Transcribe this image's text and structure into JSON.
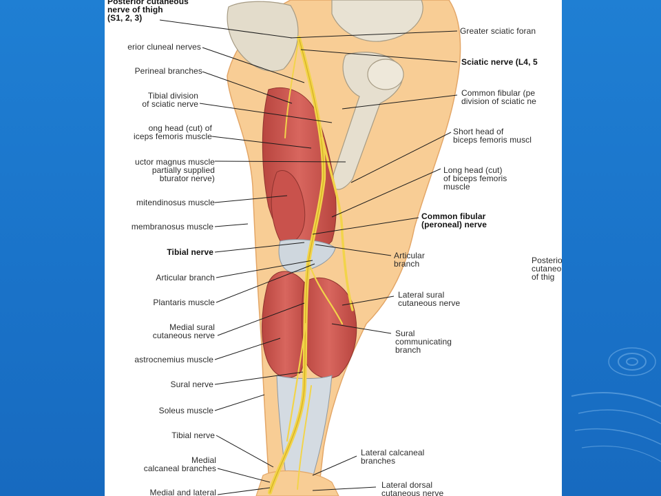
{
  "colors": {
    "slide_background": "#1f7fd3",
    "plate_background": "#ffffff",
    "skin": "#f8cd95",
    "muscle": "#c9524c",
    "bone": "#e3dccb",
    "tendon": "#cfd7de",
    "nerve": "#f2d44a",
    "leader_line": "#1a1a1a",
    "ripple": "#8fc4f2"
  },
  "left_labels": [
    {
      "id": "posterior-cutaneous-nerve-of-thigh",
      "text": "Posterior cutaneous\nnerve of thigh\n(S1, 2, 3)",
      "bold": true
    },
    {
      "id": "inferior-cluneal-nerves",
      "text": "erior cluneal nerves"
    },
    {
      "id": "perineal-branches",
      "text": "Perineal branches"
    },
    {
      "id": "tibial-division",
      "text": "Tibial division\nof sciatic nerve"
    },
    {
      "id": "long-head-biceps-left",
      "text": "ong head (cut) of\niceps femoris muscle"
    },
    {
      "id": "adductor-magnus",
      "text": "uctor magnus muscle\npartially supplied\nbturator nerve)"
    },
    {
      "id": "semitendinosus",
      "text": "mitendinosus muscle"
    },
    {
      "id": "semimembranosus",
      "text": "membranosus muscle"
    },
    {
      "id": "tibial-nerve-upper",
      "text": "Tibial nerve",
      "bold": true
    },
    {
      "id": "articular-branch-left",
      "text": "Articular branch"
    },
    {
      "id": "plantaris",
      "text": "Plantaris muscle"
    },
    {
      "id": "medial-sural-cutaneous",
      "text": "Medial sural\ncutaneous nerve"
    },
    {
      "id": "gastrocnemius",
      "text": "astrocnemius muscle"
    },
    {
      "id": "sural-nerve",
      "text": "Sural nerve"
    },
    {
      "id": "soleus",
      "text": "Soleus muscle"
    },
    {
      "id": "tibial-nerve-lower",
      "text": "Tibial nerve"
    },
    {
      "id": "medial-calcaneal",
      "text": "Medial\ncalcaneal branches"
    },
    {
      "id": "medial-lateral-bottom",
      "text": "Medial and lateral"
    }
  ],
  "right_labels": [
    {
      "id": "greater-sciatic-foramen",
      "text": "Greater sciatic foran"
    },
    {
      "id": "sciatic-nerve",
      "text": "Sciatic nerve (L4, 5",
      "bold": true
    },
    {
      "id": "common-fibular-division",
      "text": "Common fibular (pe\ndivision of sciatic ne"
    },
    {
      "id": "short-head-biceps",
      "text": "Short head of\nbiceps femoris muscl"
    },
    {
      "id": "long-head-biceps-right",
      "text": "Long head (cut)\nof biceps femoris\nmuscle"
    },
    {
      "id": "common-fibular-nerve",
      "text": "Common fibular\n(peroneal) nerve",
      "bold": true
    },
    {
      "id": "articular-branch-right",
      "text": "Articular\nbranch"
    },
    {
      "id": "lateral-sural-cutaneous",
      "text": "Lateral sural\ncutaneous nerve"
    },
    {
      "id": "sural-communicating",
      "text": "Sural\ncommunicating\nbranch"
    },
    {
      "id": "lateral-calcaneal",
      "text": "Lateral calcaneal\nbranches"
    },
    {
      "id": "lateral-dorsal-cutaneous",
      "text": "Lateral dorsal\ncutaneous nerve"
    },
    {
      "id": "posterior-cutaneous-right",
      "text": "Posterio\ncutaneo\nof thig"
    }
  ]
}
